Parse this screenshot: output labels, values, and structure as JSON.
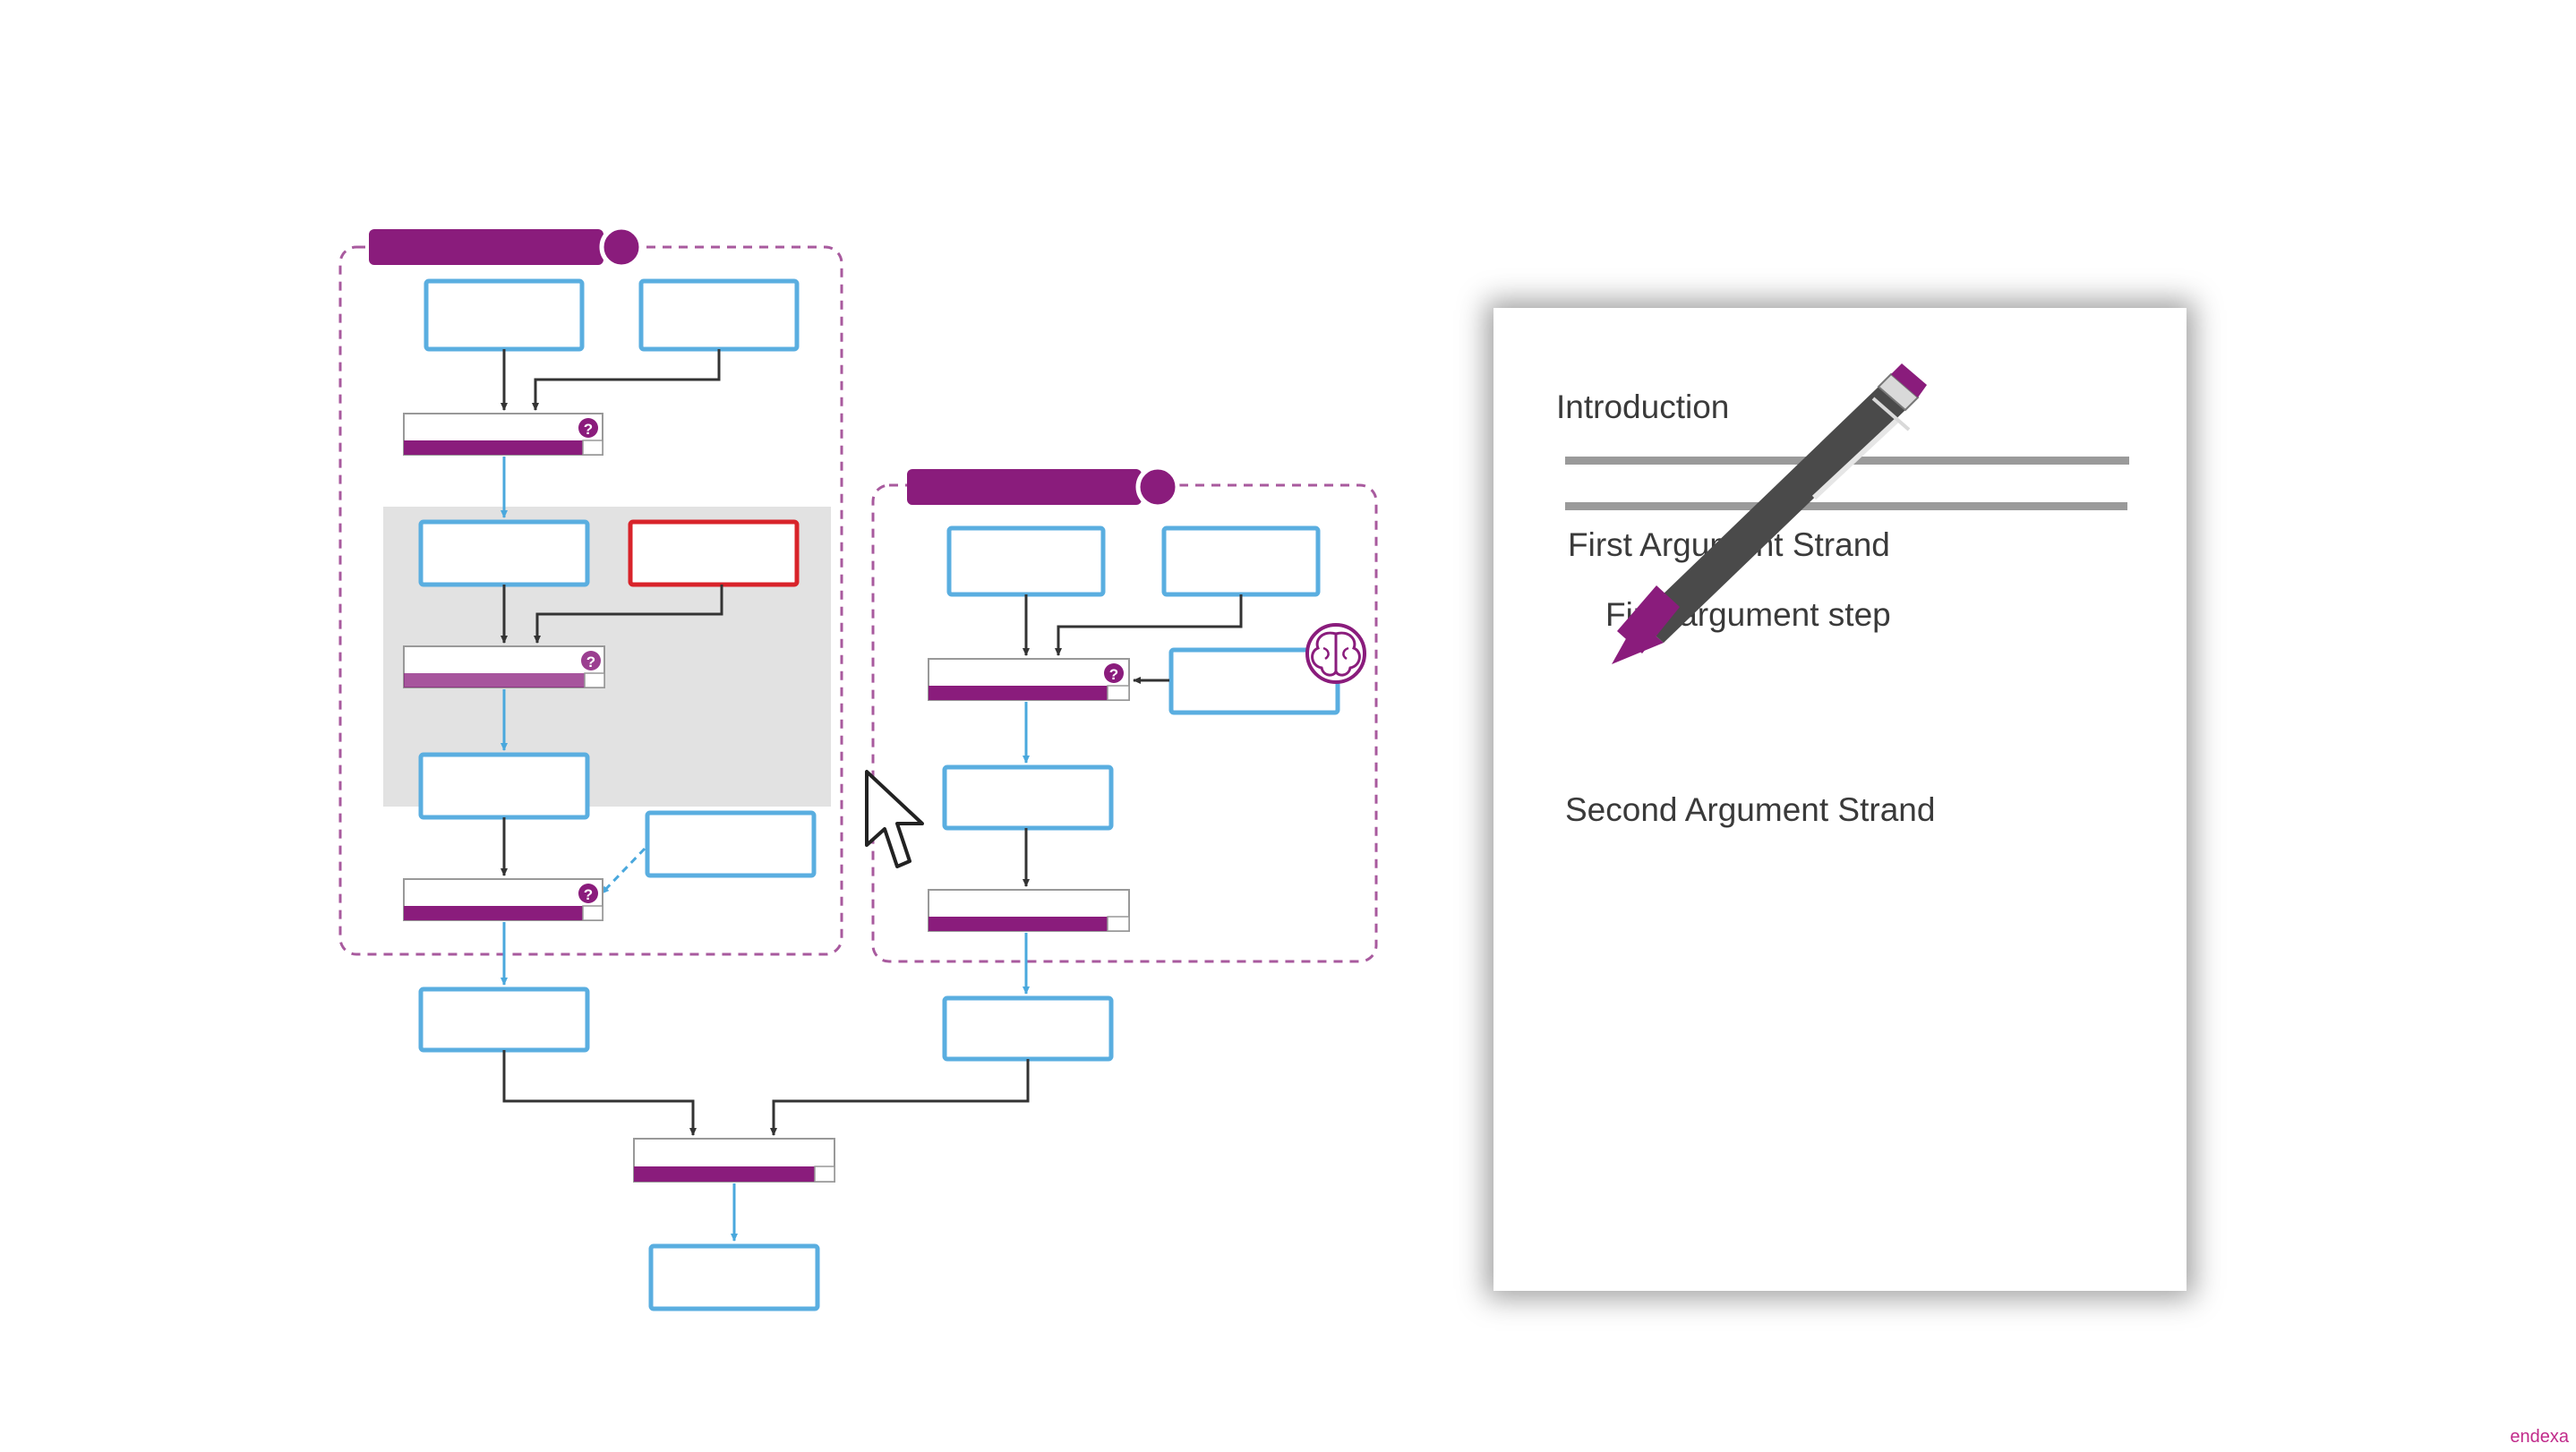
{
  "document": {
    "introduction": "Introduction",
    "first_strand": "First Argument Strand",
    "first_step": "First argument step",
    "second_strand": "Second Argument Strand"
  },
  "watermark": "endexa",
  "colors": {
    "purple": "#8a1c7c",
    "blue_box": "#5aaee0",
    "red_box": "#d8232a",
    "dashed_border": "#a85a9e",
    "grey_highlight": "#e2e2e2",
    "arrow_black": "#333333",
    "arrow_blue": "#4aa8dd"
  },
  "icons": [
    "question-icon",
    "brain-icon",
    "cursor-icon",
    "pen-icon"
  ]
}
